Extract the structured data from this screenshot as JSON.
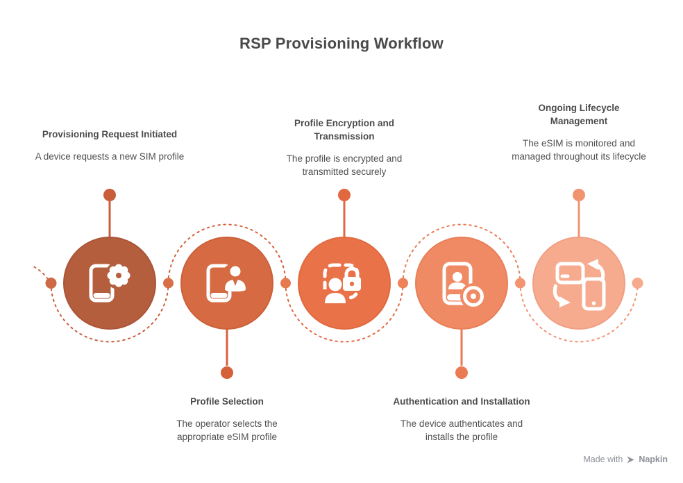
{
  "title": "RSP Provisioning Workflow",
  "steps": [
    {
      "title": "Provisioning Request Initiated",
      "description": "A device requests a new SIM profile",
      "text_position": "above",
      "icon": "phone-gear-icon",
      "colors": {
        "fill": "#b45e3e",
        "border": "#aa5538",
        "accent": "#c95e3b"
      }
    },
    {
      "title": "Profile Selection",
      "description": "The operator selects the appropriate eSIM profile",
      "text_position": "below",
      "icon": "phone-person-icon",
      "colors": {
        "fill": "#d66a42",
        "border": "#cc6039",
        "accent": "#d5613a"
      }
    },
    {
      "title": "Profile Encryption and Transmission",
      "description": "The profile is encrypted and transmitted securely",
      "text_position": "above",
      "icon": "person-lock-icon",
      "colors": {
        "fill": "#e97249",
        "border": "#e0693f",
        "accent": "#e26840"
      }
    },
    {
      "title": "Authentication and Installation",
      "description": "The device authenticates and installs the profile",
      "text_position": "below",
      "icon": "phone-verify-icon",
      "colors": {
        "fill": "#ef8a64",
        "border": "#e87f58",
        "accent": "#ea7a52"
      }
    },
    {
      "title": "Ongoing Lifecycle Management",
      "description": "The eSIM is monitored and managed throughout its lifecycle",
      "text_position": "above",
      "icon": "device-swap-icon",
      "colors": {
        "fill": "#f6ab8f",
        "border": "#f09f82",
        "accent": "#f0936f"
      }
    }
  ],
  "connectors": {
    "style": "dotted-arcs",
    "dot_colors": [
      "#cd6a45",
      "#d96f47",
      "#e67a4f",
      "#ee8157",
      "#f3946e",
      "#f6aa8d"
    ]
  },
  "text_colors": {
    "title": "#4a4a4a",
    "step_title": "#4c4c4c",
    "step_description": "#4f4f4f"
  },
  "watermark": {
    "prefix": "Made with",
    "brand": "Napkin"
  }
}
